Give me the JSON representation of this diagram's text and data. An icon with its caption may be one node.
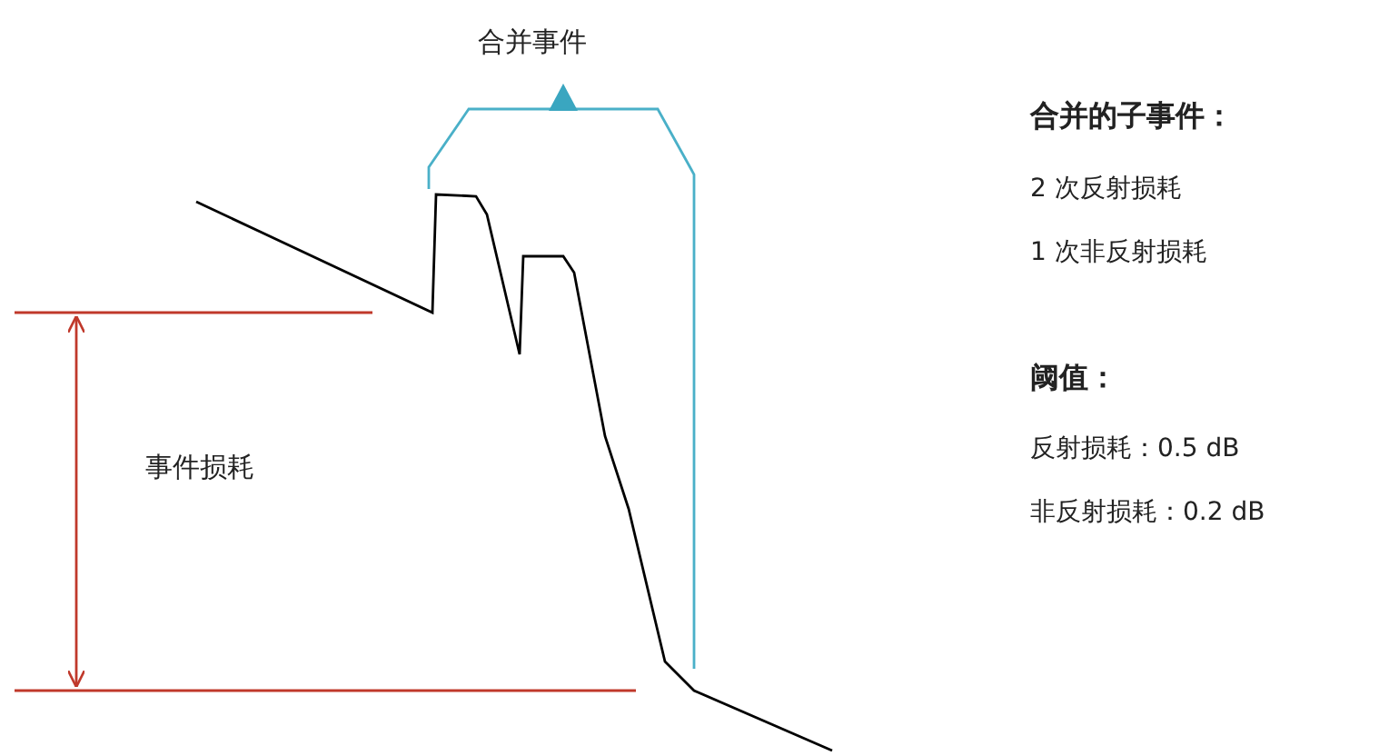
{
  "diagram": {
    "labels": [
      "合并事件",
      "合并的子事件：",
      "2 次反射损耗",
      "1 次非反射损耗",
      "阈值：",
      "反射损耗：0.5 dB",
      "事件损耗",
      "非反射损耗：0.2 dB"
    ]
  }
}
